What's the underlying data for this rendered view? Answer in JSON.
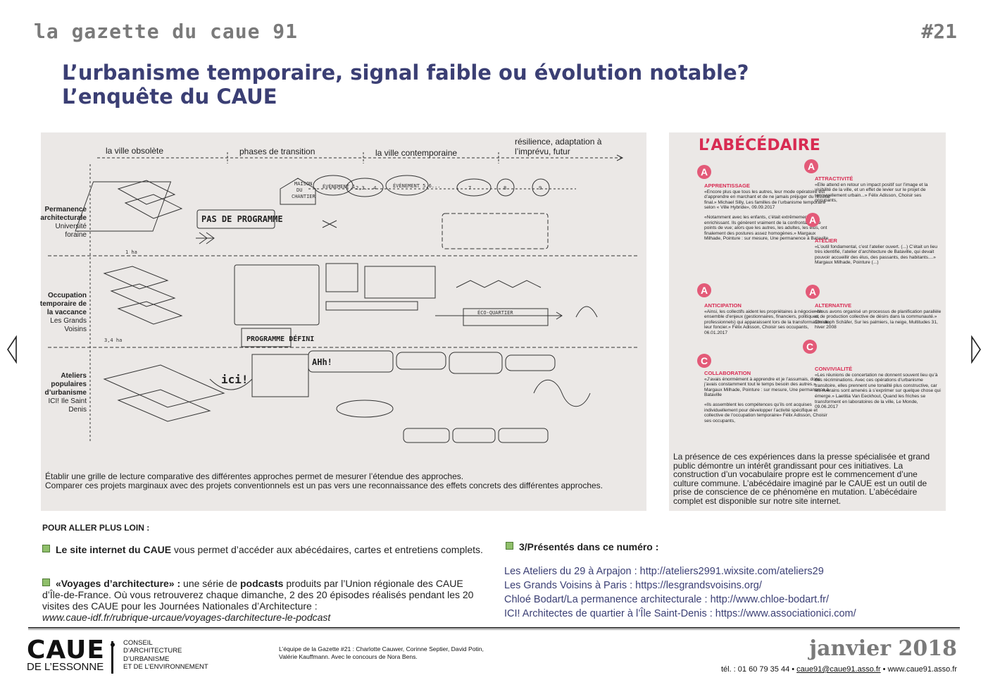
{
  "masthead": "la gazette du caue 91",
  "issue": "#21",
  "title": {
    "line1": "L’urbanisme temporaire, signal faible ou évolution notable?",
    "line2": "L’enquête du CAUE"
  },
  "sketch": {
    "columns": [
      "la ville obsolète",
      "phases de transition",
      "la ville contemporaine",
      "résilience, adaptation à l’imprévu, futur"
    ],
    "rows": [
      {
        "bold": "Permanence architecturale",
        "rest": "Université foraine"
      },
      {
        "bold": "Occupation temporaire de la vaccance",
        "rest": "Les Grands Voisins"
      },
      {
        "bold": "Ateliers populaires d’urbanisme",
        "rest": "ICI! Ile Saint Denis"
      }
    ],
    "notes": {
      "pas_de_programme": "PAS DE PROGRAMME",
      "maison_du_chantier": "MAISON DU CHANTIER",
      "eco_quartier": "ÉCO-QUARTIER",
      "programme_defini": "PROGRAMME DÉFINI",
      "ici": "ici!",
      "ahh": "AHh!"
    },
    "caption_line1": "Établir une grille de lecture comparative des différentes approches permet de mesurer l’étendue des approches.",
    "caption_line2": "Comparer ces projets marginaux avec des projets conventionnels est un pas vers une reconnaissance des effets concrets des différentes approches."
  },
  "abecedaire": {
    "title": "L’ABÉCÉDAIRE",
    "left": [
      {
        "letter": "A",
        "heading": "APPRENTISSAGE",
        "quotes": [
          "«Encore plus que tous les autres, leur mode opératoire est d’apprendre en marchant et de ne jamais préjuger du résultat final.» Michael Silly, Les familles de l’urbanisme temporaire selon « Ville Hybride», 09.09.2017",
          "«Notamment avec les enfants, c’était extrêmement enrichissant. Ils génèrent vraiment de la confrontation de points de vue; alors que les autres, les adultes, les élus, ont finalement des postures assez homogènes.» Margaux Milhade, Pointure : sur mesure, Une permanence à Bataville"
        ]
      },
      {
        "letter": "A",
        "heading": "ANTICIPATION",
        "quotes": [
          "«Ainsi, les collectifs aident les propriétaires à négocier un ensemble d’enjeux (gestionnaires, financiers, politiques, professionnels) qui apparaissent lors de la transformation de leur foncier.» Félix Adisson, Choisir ses occupants, 06.01.2017"
        ]
      },
      {
        "letter": "C",
        "heading": "COLLABORATION",
        "quotes": [
          "«J’avais énormément à apprendre et je l’assumais, donc j’avais constamment tout le temps besoin des autres.» Margaux Milhade, Pointure : sur mesure, Une permanence à Bataville",
          "«Ils assemblent les compétences qu’ils ont acquises individuellement pour développer l’activité spécifique et collective de l’occupation temporaire» Félix Adisson, Choisir ses occupants,"
        ]
      }
    ],
    "right": [
      {
        "letter": "A",
        "heading": "ATTRACTIVITÉ",
        "quotes": [
          "«Elle attend en retour un impact positif sur l’image et la visibilité de la ville, et un effet de levier sur le projet de renouvellement urbain...» Félix Adisson, Choisir ses occupants,"
        ]
      },
      {
        "letter": "A",
        "heading": "ATELIER",
        "quotes": [
          "«L’outil fondamental, c’est l’atelier ouvert. (...) C’était un lieu très identifié, l’atelier d’architecture de Bataville, qui devait pouvoir accueillir des élus, des passants, des habitants....» Margaux Milhade, Pointure (...)"
        ]
      },
      {
        "letter": "A",
        "heading": "ALTERNATIVE",
        "quotes": [
          "«Nous avons organisé un processus de planification parallèle et de production collective de désirs dans la communauté.» Christoph Schäfer, Sur les palmiers, la neige, Multitudes 31, hiver 2008"
        ]
      },
      {
        "letter": "C",
        "heading": "CONVIVIALITÉ",
        "quotes": [
          "«Les réunions de concertation ne donnent souvent lieu qu’à des récriminations. Avec ces opérations d’urbanisme transitoire, elles prennent une tonalité plus constructive, car les riverains sont amenés à s’exprimer sur quelque chose qui émerge.» Laetitia Van Eeckhout, Quand les friches se transforment en laboratoires de la ville, Le Monde, 09.06.2017"
        ]
      }
    ],
    "text": "La présence de ces expériences dans la presse spécialisée et grand public démontre un intérêt grandissant pour ces initiatives. La construction d’un vocabulaire propre est le commencement d’une culture commune. L’abécédaire imaginé par le CAUE est un outil de prise de conscience de ce phénomène en mutation. L’abécédaire complet est disponible sur notre site internet."
  },
  "further": {
    "heading": "POUR ALLER PLUS LOIN :",
    "site_bold": "Le site internet du CAUE",
    "site_rest": " vous permet d’accéder aux abécédaires, cartes et entretiens complets.",
    "voyages_bold": "«Voyages d’architecture» :",
    "voyages_mid1": " une série de ",
    "voyages_podcasts": "podcasts",
    "voyages_rest": " produits par l’Union régionale des CAUE d’Île-de-France. Où vous retrouverez chaque dimanche, 2 des 20 épisodes réalisés pendant les 20 visites des CAUE pour les Journées Nationales d’Architecture :",
    "voyages_url": "www.caue-idf.fr/rubrique-urcaue/voyages-darchitecture-le-podcast"
  },
  "presented": {
    "heading": "3/Présentés dans ce numéro :",
    "links": [
      "Les Ateliers du 29 à Arpajon : http://ateliers2991.wixsite.com/ateliers29",
      "Les Grands Voisins à Paris : https://lesgrandsvoisins.org/",
      "Chloé Bodart/La permanence architecturale : http://www.chloe-bodart.fr/",
      "ICI! Architectes de quartier à l’Île Saint-Denis : https://www.associationici.com/"
    ]
  },
  "footer": {
    "logo": "CAUE",
    "logo_sub": "DE L’ESSONNE",
    "conseil": [
      "CONSEIL",
      "D’ARCHITECTURE",
      "D’URBANISME",
      "ET DE L’ENVIRONNEMENT"
    ],
    "team_line1": "L’équipe de la Gazette #21 : Charlotte Cauwer, Corinne Septier, David Potin,",
    "team_line2": "Valérie Kauffmann. Avec le concours de Nora Bens.",
    "date": "janvier 2018",
    "tel": "tél. : 01 60 79 35 44 •",
    "email": "caue91@caue91.asso.fr",
    "web": "• www.caue91.asso.fr"
  }
}
